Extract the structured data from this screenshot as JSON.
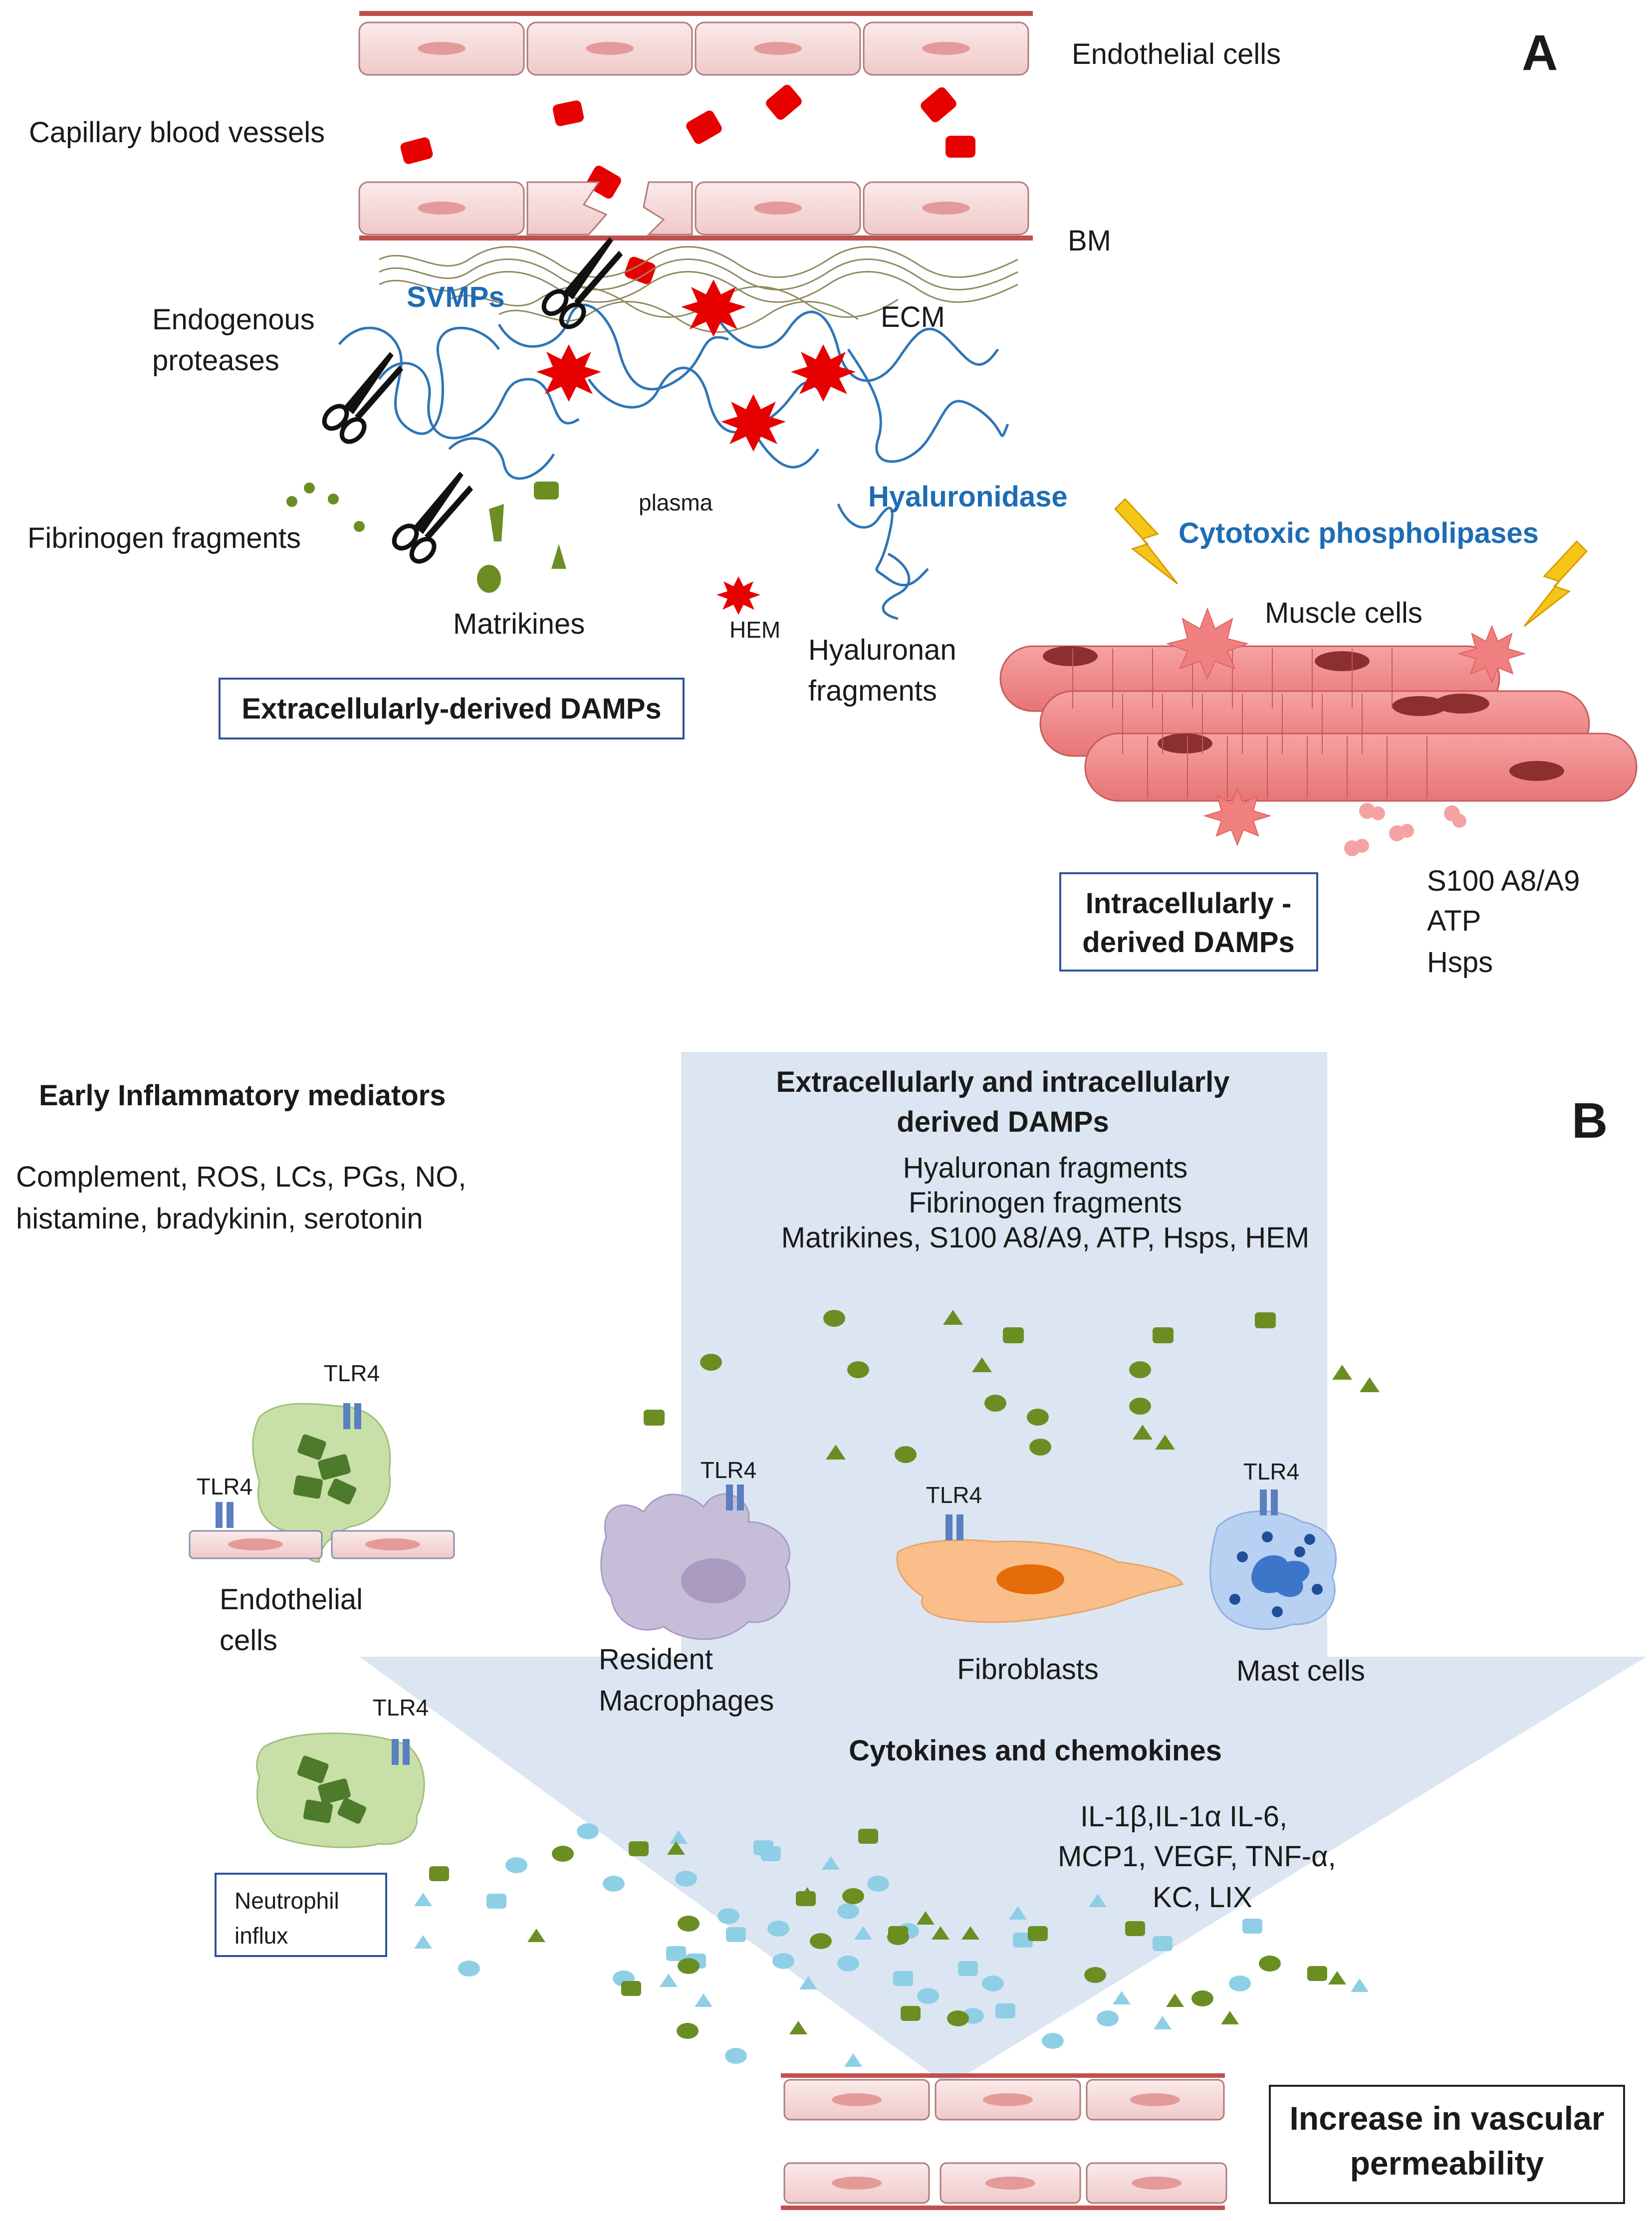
{
  "panel_a": {
    "letter": "A",
    "labels": {
      "endothelial_cells": "Endothelial cells",
      "capillary_blood_vessels": "Capillary blood vessels",
      "bm": "BM",
      "svmps": "SVMPs",
      "ecm": "ECM",
      "endogenous_proteases_1": "Endogenous",
      "endogenous_proteases_2": "proteases",
      "plasma": "plasma",
      "hyaluronidase": "Hyaluronidase",
      "fibrinogen_fragments": "Fibrinogen fragments",
      "matrikines": "Matrikines",
      "hem": "HEM",
      "hyaluronan_fragments_1": "Hyaluronan",
      "hyaluronan_fragments_2": "fragments",
      "cytotoxic_phospholipases": "Cytotoxic phospholipases",
      "muscle_cells": "Muscle cells",
      "extracellular_damps": "Extracellularly-derived DAMPs",
      "intracellular_damps_1": "Intracellularly -",
      "intracellular_damps_2": "derived DAMPs",
      "s100": "S100 A8/A9",
      "atp": "ATP",
      "hsps": "Hsps"
    }
  },
  "panel_b": {
    "letter": "B",
    "labels": {
      "early_mediators_title": "Early Inflammatory mediators",
      "early_mediators_1": "Complement, ROS, LCs, PGs, NO,",
      "early_mediators_2": "histamine, bradykinin, serotonin",
      "damps_title_1": "Extracellularly  and  intracellularly",
      "damps_title_2": "derived DAMPs",
      "damps_list_1": "Hyaluronan fragments",
      "damps_list_2": "Fibrinogen fragments",
      "damps_list_3": "Matrikines, S100 A8/A9, ATP, Hsps, HEM",
      "tlr4": "TLR4",
      "endothelial_cells_1": "Endothelial",
      "endothelial_cells_2": "cells",
      "resident_macrophages_1": "Resident",
      "resident_macrophages_2": "Macrophages",
      "fibroblasts": "Fibroblasts",
      "mast_cells": "Mast cells",
      "cytokines_title": "Cytokines and chemokines",
      "cytokines_1": "IL-1β,IL-1α IL-6,",
      "cytokines_2": "MCP1, VEGF, TNF-α,",
      "cytokines_3": "KC, LIX",
      "neutrophil_1": "Neutrophil",
      "neutrophil_2": "influx",
      "vascular_1": "Increase in vascular",
      "vascular_2": "permeability"
    }
  },
  "colors": {
    "vessel_red": "#c0504d",
    "endothelial_fill": "#f4d9d9",
    "erythrocyte_red": "#e60000",
    "fiber_blue": "#2e75b6",
    "fiber_olive": "#8f8a5e",
    "muscle_pink": "#f08080",
    "muscle_nucleus": "#8b2f2f",
    "lightning_yellow": "#f5c518",
    "damp_green": "#6b8e23",
    "cytokine_cyan": "#8ecfe6",
    "panel_b_shade": "#dce6f2",
    "label_box_border": "#2f5597"
  }
}
